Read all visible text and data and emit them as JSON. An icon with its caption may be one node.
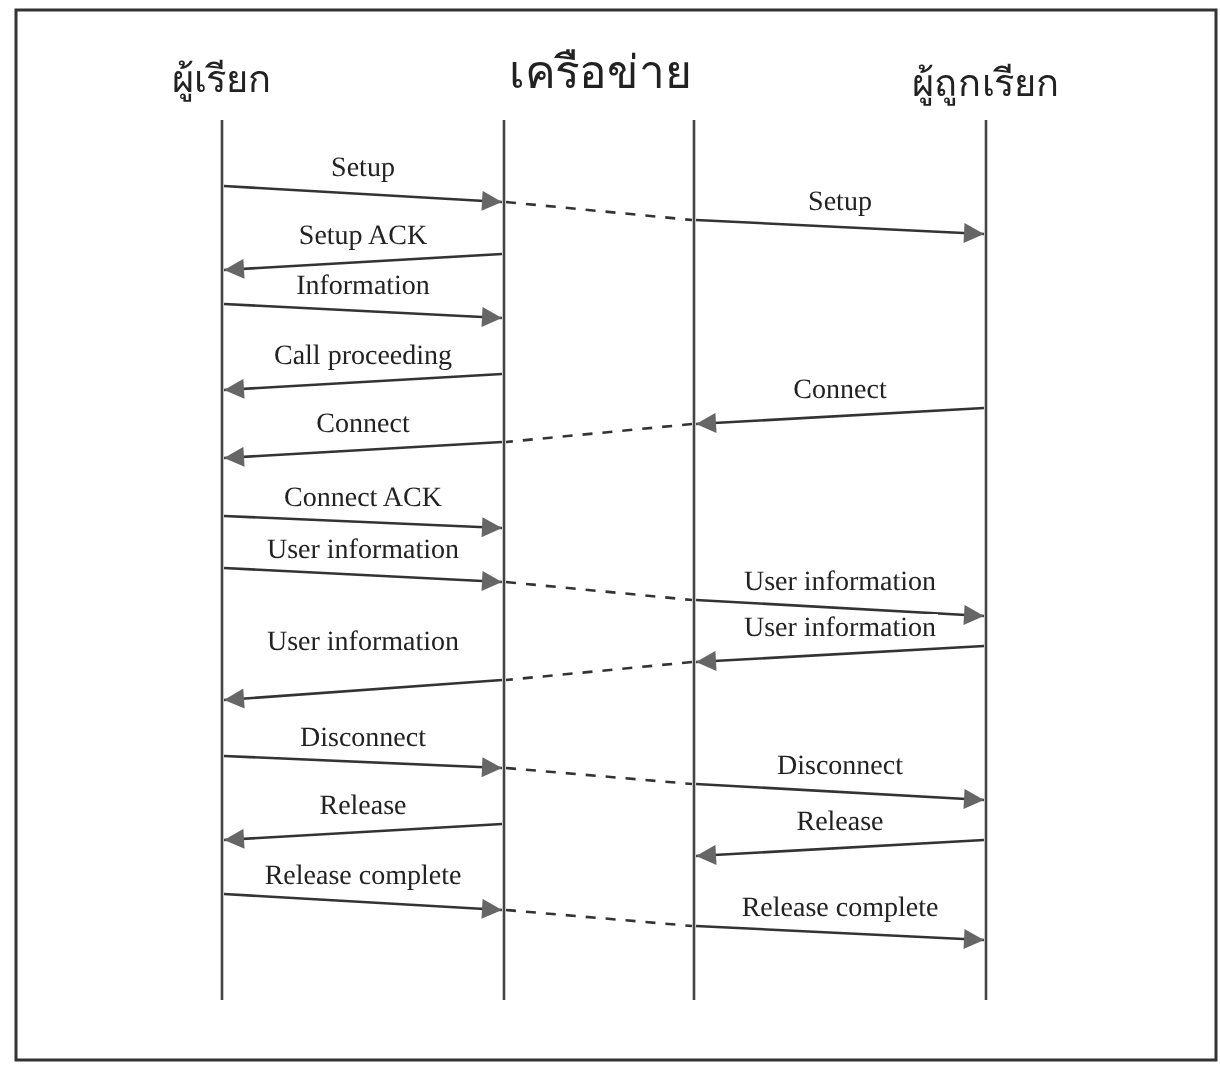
{
  "diagram": {
    "nodes": [
      {
        "text": [
          "ผู้เรียก"
        ]
      },
      {
        "text": [],
        "shape": "bar"
      },
      {
        "text": [],
        "shape": "bar"
      },
      {
        "text": [
          "ผู้ถูกเรียก"
        ]
      }
    ],
    "edges": [
      {
        "from": 0,
        "to": 1,
        "arrow": "to",
        "label": "Setup"
      },
      {
        "from": 1,
        "to": 2,
        "arrow": "none",
        "style": "dashed"
      },
      {
        "from": 2,
        "to": 3,
        "arrow": "to",
        "label": "Setup"
      },
      {
        "from": 1,
        "to": 0,
        "arrow": "to",
        "label": "Setup ACK"
      },
      {
        "from": 0,
        "to": 1,
        "arrow": "to",
        "label": "Information"
      },
      {
        "from": 1,
        "to": 0,
        "arrow": "to",
        "label": "Call proceeding"
      },
      {
        "from": 3,
        "to": 2,
        "arrow": "to",
        "label": "Connect"
      },
      {
        "from": 2,
        "to": 1,
        "arrow": "none",
        "style": "dashed"
      },
      {
        "from": 1,
        "to": 0,
        "arrow": "to",
        "label": "Connect"
      },
      {
        "from": 0,
        "to": 1,
        "arrow": "to",
        "label": "Connect ACK"
      },
      {
        "from": 0,
        "to": 1,
        "arrow": "to",
        "label": "User information"
      },
      {
        "from": 1,
        "to": 2,
        "arrow": "none",
        "style": "dashed"
      },
      {
        "from": 2,
        "to": 3,
        "arrow": "to",
        "label": "User information"
      },
      {
        "from": 3,
        "to": 2,
        "arrow": "to",
        "label": "User information"
      },
      {
        "from": 2,
        "to": 1,
        "arrow": "none",
        "style": "dashed"
      },
      {
        "from": 1,
        "to": 0,
        "arrow": "to",
        "label": "User information"
      },
      {
        "from": 0,
        "to": 1,
        "arrow": "to",
        "label": "Disconnect"
      },
      {
        "from": 1,
        "to": 2,
        "arrow": "none",
        "style": "dashed"
      },
      {
        "from": 2,
        "to": 3,
        "arrow": "to",
        "label": "Disconnect"
      },
      {
        "from": 1,
        "to": 0,
        "arrow": "to",
        "label": "Release"
      },
      {
        "from": 3,
        "to": 2,
        "arrow": "to",
        "label": "Release"
      },
      {
        "from": 0,
        "to": 1,
        "arrow": "to",
        "label": "Release complete"
      },
      {
        "from": 1,
        "to": 2,
        "arrow": "none",
        "style": "dashed"
      },
      {
        "from": 2,
        "to": 3,
        "arrow": "to",
        "label": "Release complete"
      }
    ],
    "labels": [
      "เครือข่าย"
    ]
  }
}
